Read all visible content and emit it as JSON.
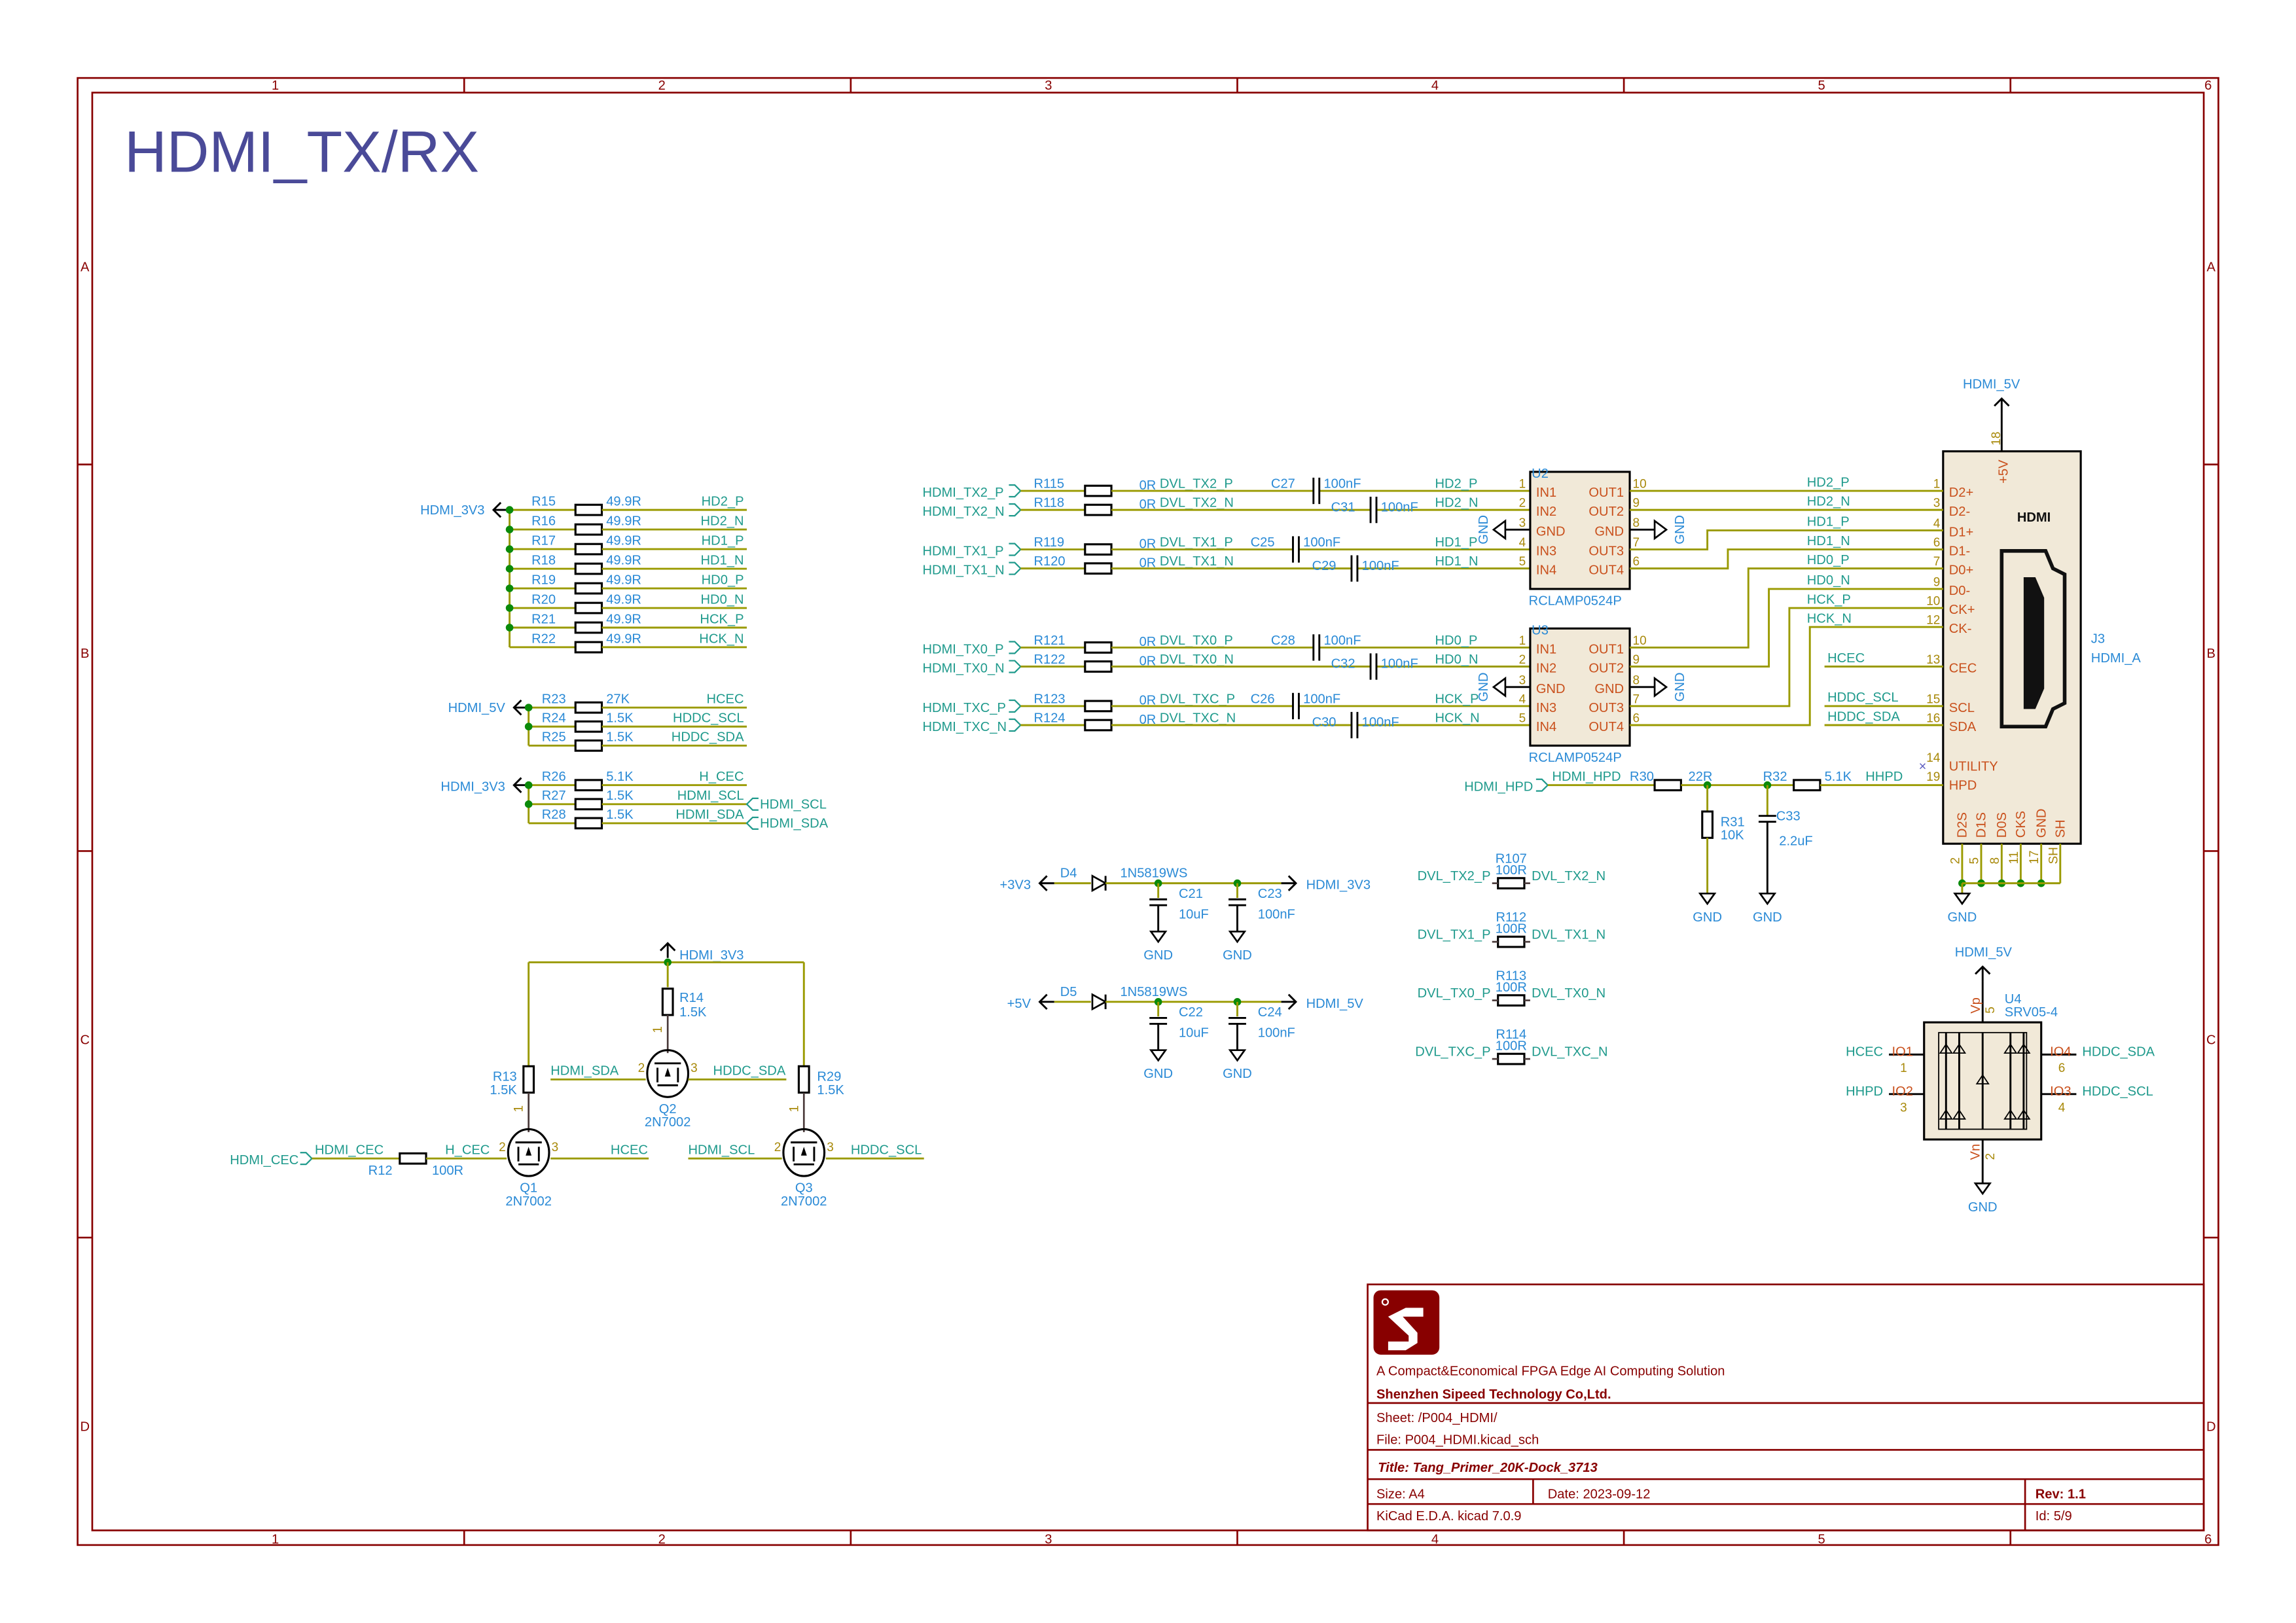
{
  "sheet_title": "HDMI_TX/RX",
  "frame": {
    "columns": [
      "1",
      "2",
      "3",
      "4",
      "5",
      "6"
    ],
    "rows": [
      "A",
      "B",
      "C",
      "D"
    ]
  },
  "colors": {
    "frame": "#880000",
    "wire": "#9a9a00",
    "net_label": "#1f9a8c",
    "reference": "#2a8ad6",
    "pin_number": "#a8890a",
    "pin_name": "#c9501c",
    "junction": "#0a8a0a",
    "component_fill": "#f1e9d8",
    "title_text": "#4a4a98"
  },
  "pullups": {
    "hd": {
      "rail": "HDMI_3V3",
      "resistors": [
        {
          "ref": "R15",
          "value": "49.9R",
          "net": "HD2_P"
        },
        {
          "ref": "R16",
          "value": "49.9R",
          "net": "HD2_N"
        },
        {
          "ref": "R17",
          "value": "49.9R",
          "net": "HD1_P"
        },
        {
          "ref": "R18",
          "value": "49.9R",
          "net": "HD1_N"
        },
        {
          "ref": "R19",
          "value": "49.9R",
          "net": "HD0_P"
        },
        {
          "ref": "R20",
          "value": "49.9R",
          "net": "HD0_N"
        },
        {
          "ref": "R21",
          "value": "49.9R",
          "net": "HCK_P"
        },
        {
          "ref": "R22",
          "value": "49.9R",
          "net": "HCK_N"
        }
      ]
    },
    "ddc": {
      "rail": "HDMI_5V",
      "resistors": [
        {
          "ref": "R23",
          "value": "27K",
          "net": "HCEC"
        },
        {
          "ref": "R24",
          "value": "1.5K",
          "net": "HDDC_SCL"
        },
        {
          "ref": "R25",
          "value": "1.5K",
          "net": "HDDC_SDA"
        }
      ]
    },
    "i2c": {
      "rail": "HDMI_3V3",
      "resistors": [
        {
          "ref": "R26",
          "value": "5.1K",
          "net": "H_CEC"
        },
        {
          "ref": "R27",
          "value": "1.5K",
          "net": "HDMI_SCL"
        },
        {
          "ref": "R28",
          "value": "1.5K",
          "net": "HDMI_SDA"
        }
      ],
      "ports": [
        "HDMI_SCL",
        "HDMI_SDA"
      ]
    }
  },
  "tx_channels": [
    {
      "port_p": "HDMI_TX2_P",
      "port_n": "HDMI_TX2_N",
      "r_p": "R115",
      "r_n": "R118",
      "r_value": "0R",
      "dvl_p": "DVL_TX2_P",
      "dvl_n": "DVL_TX2_N",
      "c_p": "C27",
      "c_n": "C31",
      "c_value": "100nF",
      "hd_p": "HD2_P",
      "hd_n": "HD2_N"
    },
    {
      "port_p": "HDMI_TX1_P",
      "port_n": "HDMI_TX1_N",
      "r_p": "R119",
      "r_n": "R120",
      "r_value": "0R",
      "dvl_p": "DVL_TX1_P",
      "dvl_n": "DVL_TX1_N",
      "c_p": "C25",
      "c_n": "C29",
      "c_value": "100nF",
      "hd_p": "HD1_P",
      "hd_n": "HD1_N"
    },
    {
      "port_p": "HDMI_TX0_P",
      "port_n": "HDMI_TX0_N",
      "r_p": "R121",
      "r_n": "R122",
      "r_value": "0R",
      "dvl_p": "DVL_TX0_P",
      "dvl_n": "DVL_TX0_N",
      "c_p": "C28",
      "c_n": "C32",
      "c_value": "100nF",
      "hd_p": "HD0_P",
      "hd_n": "HD0_N"
    },
    {
      "port_p": "HDMI_TXC_P",
      "port_n": "HDMI_TXC_N",
      "r_p": "R123",
      "r_n": "R124",
      "r_value": "0R",
      "dvl_p": "DVL_TXC_P",
      "dvl_n": "DVL_TXC_N",
      "c_p": "C26",
      "c_n": "C30",
      "c_value": "100nF",
      "hd_p": "HCK_P",
      "hd_n": "HCK_N"
    }
  ],
  "esd": [
    {
      "ref": "U2",
      "value": "RCLAMP0524P",
      "gnd": "GND",
      "left": [
        {
          "num": "1",
          "name": "IN1"
        },
        {
          "num": "2",
          "name": "IN2"
        },
        {
          "num": "3",
          "name": "GND"
        },
        {
          "num": "4",
          "name": "IN3"
        },
        {
          "num": "5",
          "name": "IN4"
        }
      ],
      "right": [
        {
          "num": "10",
          "name": "OUT1"
        },
        {
          "num": "9",
          "name": "OUT2"
        },
        {
          "num": "8",
          "name": "GND"
        },
        {
          "num": "7",
          "name": "OUT3"
        },
        {
          "num": "6",
          "name": "OUT4"
        }
      ]
    },
    {
      "ref": "U3",
      "value": "RCLAMP0524P",
      "gnd": "GND",
      "left": [
        {
          "num": "1",
          "name": "IN1"
        },
        {
          "num": "2",
          "name": "IN2"
        },
        {
          "num": "3",
          "name": "GND"
        },
        {
          "num": "4",
          "name": "IN3"
        },
        {
          "num": "5",
          "name": "IN4"
        }
      ],
      "right": [
        {
          "num": "10",
          "name": "OUT1"
        },
        {
          "num": "9",
          "name": "OUT2"
        },
        {
          "num": "8",
          "name": "GND"
        },
        {
          "num": "7",
          "name": "OUT3"
        },
        {
          "num": "6",
          "name": "OUT4"
        }
      ]
    }
  ],
  "connector": {
    "ref": "J3",
    "value": "HDMI_A",
    "logo": "HDMI",
    "rail": "HDMI_5V",
    "rail_pin": {
      "num": "18",
      "name": "+5V"
    },
    "pins": [
      {
        "num": "1",
        "name": "D2+",
        "net": "HD2_P"
      },
      {
        "num": "3",
        "name": "D2-",
        "net": "HD2_N"
      },
      {
        "num": "4",
        "name": "D1+",
        "net": "HD1_P"
      },
      {
        "num": "6",
        "name": "D1-",
        "net": "HD1_N"
      },
      {
        "num": "7",
        "name": "D0+",
        "net": "HD0_P"
      },
      {
        "num": "9",
        "name": "D0-",
        "net": "HD0_N"
      },
      {
        "num": "10",
        "name": "CK+",
        "net": "HCK_P"
      },
      {
        "num": "12",
        "name": "CK-",
        "net": "HCK_N"
      },
      {
        "num": "13",
        "name": "CEC",
        "net": "HCEC"
      },
      {
        "num": "15",
        "name": "SCL",
        "net": "HDDC_SCL"
      },
      {
        "num": "16",
        "name": "SDA",
        "net": "HDDC_SDA"
      },
      {
        "num": "14",
        "name": "UTILITY",
        "net": ""
      },
      {
        "num": "19",
        "name": "HPD",
        "net": "HHPD"
      }
    ],
    "bottom_pins": [
      {
        "num": "2",
        "name": "D2S"
      },
      {
        "num": "5",
        "name": "D1S"
      },
      {
        "num": "8",
        "name": "D0S"
      },
      {
        "num": "11",
        "name": "CKS"
      },
      {
        "num": "17",
        "name": "GND"
      },
      {
        "num": "SH",
        "name": "SH"
      }
    ],
    "gnd": "GND"
  },
  "hpd": {
    "port": "HDMI_HPD",
    "net": "HDMI_HPD",
    "r_series": {
      "ref": "R30",
      "value": "22R"
    },
    "r_pull": {
      "ref": "R31",
      "value": "10K"
    },
    "cap": {
      "ref": "C33",
      "value": "2.2uF"
    },
    "r_out": {
      "ref": "R32",
      "value": "5.1K"
    },
    "out_net": "HHPD",
    "gnd": "GND"
  },
  "power": [
    {
      "input": "+3V3",
      "diode": {
        "ref": "D4",
        "value": "1N5819WS"
      },
      "c1": {
        "ref": "C21",
        "value": "10uF"
      },
      "c2": {
        "ref": "C23",
        "value": "100nF"
      },
      "output": "HDMI_3V3",
      "gnd": "GND"
    },
    {
      "input": "+5V",
      "diode": {
        "ref": "D5",
        "value": "1N5819WS"
      },
      "c1": {
        "ref": "C22",
        "value": "10uF"
      },
      "c2": {
        "ref": "C24",
        "value": "100nF"
      },
      "output": "HDMI_5V",
      "gnd": "GND"
    }
  ],
  "terminations": [
    {
      "ref": "R107",
      "value": "100R",
      "left": "DVL_TX2_P",
      "right": "DVL_TX2_N"
    },
    {
      "ref": "R112",
      "value": "100R",
      "left": "DVL_TX1_P",
      "right": "DVL_TX1_N"
    },
    {
      "ref": "R113",
      "value": "100R",
      "left": "DVL_TX0_P",
      "right": "DVL_TX0_N"
    },
    {
      "ref": "R114",
      "value": "100R",
      "left": "DVL_TXC_P",
      "right": "DVL_TXC_N"
    }
  ],
  "level_shifter": {
    "rail": "HDMI_3V3",
    "r14": {
      "ref": "R14",
      "value": "1.5K"
    },
    "r13": {
      "ref": "R13",
      "value": "1.5K"
    },
    "r29": {
      "ref": "R29",
      "value": "1.5K"
    },
    "r12": {
      "ref": "R12",
      "value": "100R"
    },
    "q1": {
      "ref": "Q1",
      "value": "2N7002",
      "in": "H_CEC",
      "out": "HCEC"
    },
    "q2": {
      "ref": "Q2",
      "value": "2N7002",
      "in": "HDMI_SDA",
      "out": "HDDC_SDA"
    },
    "q3": {
      "ref": "Q3",
      "value": "2N7002",
      "in": "HDMI_SCL",
      "out": "HDDC_SCL"
    },
    "cec_port": "HDMI_CEC",
    "cec_net": "HDMI_CEC",
    "pin_gate": "1",
    "pin_src": "2",
    "pin_drn": "3"
  },
  "u4": {
    "ref": "U4",
    "value": "SRV05-4",
    "rail": "HDMI_5V",
    "gnd": "GND",
    "vp": {
      "num": "5",
      "name": "Vp"
    },
    "vn": {
      "num": "2",
      "name": "Vn"
    },
    "io": [
      {
        "num": "1",
        "name": "IO1",
        "net": "HCEC"
      },
      {
        "num": "3",
        "name": "IO2",
        "net": "HHPD"
      },
      {
        "num": "6",
        "name": "IO4",
        "net": "HDDC_SDA"
      },
      {
        "num": "4",
        "name": "IO3",
        "net": "HDDC_SCL"
      }
    ]
  },
  "title_block": {
    "logo": "S",
    "slogan": "A Compact&Economical FPGA Edge AI Computing Solution",
    "company": "Shenzhen Sipeed Technology Co,Ltd.",
    "sheet": "Sheet: /P004_HDMI/",
    "file": "File: P004_HDMI.kicad_sch",
    "title": "Title: Tang_Primer_20K-Dock_3713",
    "size": "Size: A4",
    "date": "Date: 2023-09-12",
    "rev": "Rev: 1.1",
    "tool": "KiCad E.D.A.  kicad 7.0.9",
    "id": "Id: 5/9"
  }
}
